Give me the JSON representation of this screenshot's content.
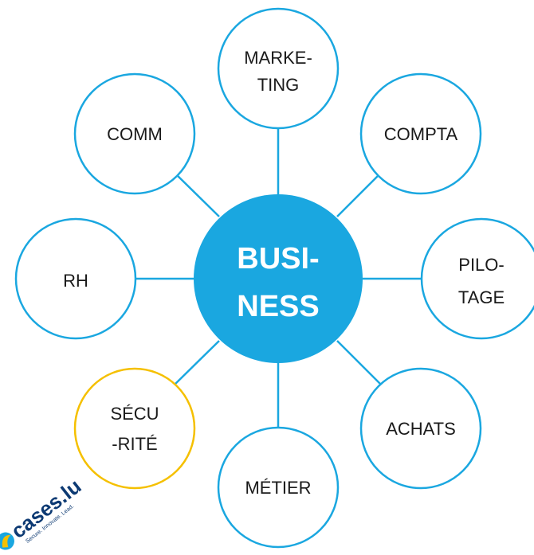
{
  "hub": {
    "line1": "BUSI-",
    "line2": "NESS",
    "color": "#1aa7e0"
  },
  "nodes": [
    {
      "id": "marketing",
      "line1": "MARKE-",
      "line2": "TING"
    },
    {
      "id": "compta",
      "line1": "COMPTA",
      "line2": ""
    },
    {
      "id": "pilotage",
      "line1": "PILO-",
      "line2": "TAGE"
    },
    {
      "id": "achats",
      "line1": "ACHATS",
      "line2": ""
    },
    {
      "id": "metier",
      "line1": "MÉTIER",
      "line2": ""
    },
    {
      "id": "securite",
      "line1": "SÉCU",
      "line2": "-RITÉ",
      "highlight": true
    },
    {
      "id": "rh",
      "line1": "RH",
      "line2": ""
    },
    {
      "id": "comm",
      "line1": "COMM",
      "line2": ""
    }
  ],
  "colors": {
    "accent": "#1aa7e0",
    "highlight": "#f5c000"
  },
  "logo": {
    "name": "cases.lu",
    "tagline": "Secure. Innovate. Lead."
  }
}
